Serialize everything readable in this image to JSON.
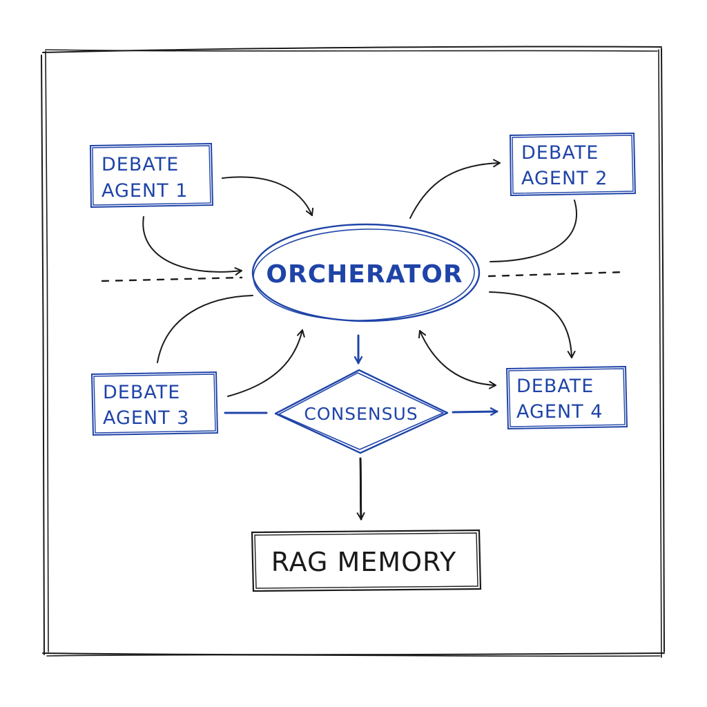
{
  "diagram": {
    "agent_1": {
      "line1": "DEBATE",
      "line2": "AGENT 1"
    },
    "agent_2": {
      "line1": "DEBATE",
      "line2": "AGENT 2"
    },
    "agent_3": {
      "line1": "DEBATE",
      "line2": "AGENT 3"
    },
    "agent_4": {
      "line1": "DEBATE",
      "line2": "AGENT 4"
    },
    "orchestrator": {
      "label": "ORCHERATOR"
    },
    "consensus": {
      "label": "CONSENSUS"
    },
    "rag_memory": {
      "label": "RAG MEMORY"
    }
  },
  "colors": {
    "ink_blue": "#1f44a8",
    "ink_black": "#1a1a1a",
    "background": "#ffffff"
  }
}
